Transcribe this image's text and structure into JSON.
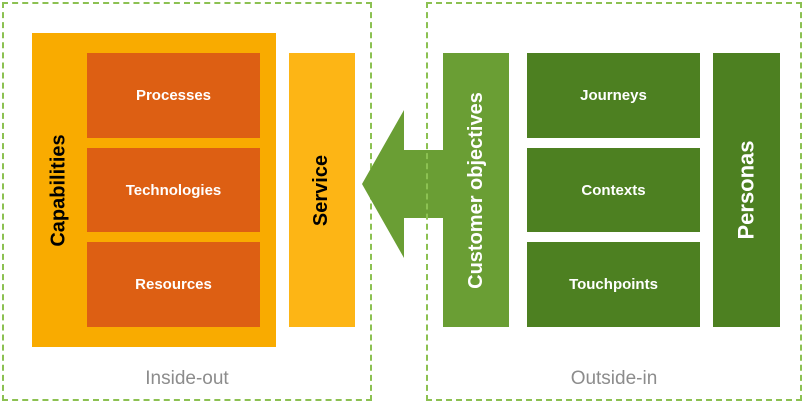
{
  "left_panel": {
    "caption": "Inside-out",
    "capabilities_label": "Capabilities",
    "service_label": "Service",
    "items": [
      "Processes",
      "Technologies",
      "Resources"
    ]
  },
  "right_panel": {
    "caption": "Outside-in",
    "customer_objectives_label": "Customer objectives",
    "personas_label": "Personas",
    "items": [
      "Journeys",
      "Contexts",
      "Touchpoints"
    ]
  },
  "colors": {
    "capabilities": "#f9ab00",
    "service": "#fdb515",
    "orange_boxes": "#dd5f13",
    "green_boxes": "#4d8021",
    "customer_objectives": "#6a9e34",
    "personas": "#4d8021",
    "arrow": "#6a9e34",
    "border": "#8cc152"
  }
}
